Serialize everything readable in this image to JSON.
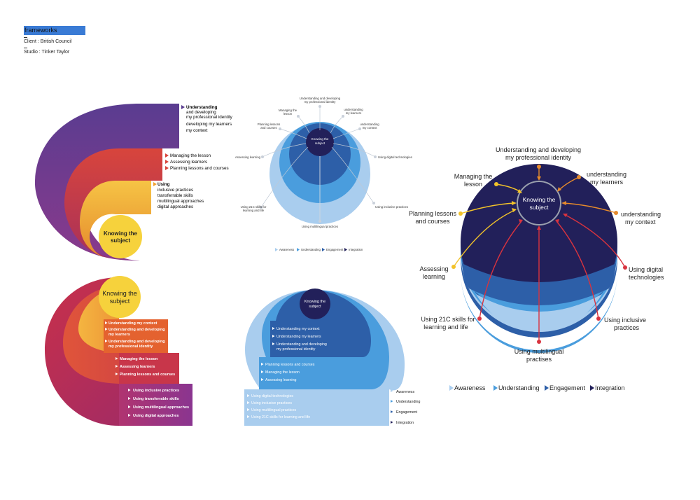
{
  "header": {
    "tag": "frameworks",
    "client": "Client : British Council",
    "studio": "Studio : Tinker Taylor"
  },
  "d1": {
    "center": [
      "Knowing the",
      "subject"
    ],
    "band1": [
      "Understanding",
      "and developing",
      "my professional identity",
      "developing my learners",
      "my context"
    ],
    "band2": [
      "Managing the lesson",
      "Assessing learners",
      "Planning lessons and courses"
    ],
    "band3": [
      "Using",
      "inclusive practices",
      "transferrable skills",
      "multilingual approaches",
      "digital approaches"
    ]
  },
  "d2": {
    "center": [
      "Knowing the",
      "subject"
    ],
    "labels": [
      [
        "Understanding and developing",
        "my professional identity"
      ],
      [
        "understanding",
        "my learners"
      ],
      [
        "understanding",
        "my context"
      ],
      [
        "Using digital technologies"
      ],
      [
        "Using inclusive practices"
      ],
      [
        "Using multilingual practices"
      ],
      [
        "Using 21C skills for",
        "learning and life"
      ],
      [
        "Assessing learning"
      ],
      [
        "Planning lessons",
        "and courses"
      ],
      [
        "Managing the",
        "lesson"
      ]
    ],
    "legend": [
      "Awareness",
      "Understanding",
      "Engagement",
      "Integration"
    ]
  },
  "d3": {
    "center": [
      "Knowing the",
      "subject"
    ],
    "labels": [
      [
        "Understanding and developing",
        "my professional identity"
      ],
      [
        "understanding",
        "my learners"
      ],
      [
        "understanding",
        "my context"
      ],
      [
        "Using digital",
        "technologies"
      ],
      [
        "Using inclusive",
        "practices"
      ],
      [
        "Using multilingual",
        "practises"
      ],
      [
        "Using 21C skills for",
        "learning and life"
      ],
      [
        "Assessing",
        "learning"
      ],
      [
        "Planning lessons",
        "and courses"
      ],
      [
        "Managing the",
        "lesson"
      ]
    ],
    "legend": [
      "Awareness",
      "Understanding",
      "Engagement",
      "Integration"
    ],
    "colors": {
      "dark": "#22205a",
      "mid": "#2d5fa8",
      "light": "#4a9ddd",
      "pale": "#a9cdee"
    }
  },
  "d4": {
    "center": [
      "Knowing the",
      "subject"
    ],
    "band1": [
      "Understanding my context",
      "Understanding and developing",
      "my learners",
      "Understanding and developing",
      "my professional identity"
    ],
    "band2": [
      "Managing the lesson",
      "Assessing learners",
      "Planning lessons and courses"
    ],
    "band3": [
      "Using inclusive practices",
      "Using transferrable skills",
      "Using multilingual approaches",
      "Using digital approaches"
    ]
  },
  "d5": {
    "center": [
      "Knowing the",
      "subject"
    ],
    "band1": [
      "Understanding my context",
      "Understanding my learners",
      "Understanding and developing",
      "my professional identity"
    ],
    "band2": [
      "Planning lessons and courses",
      "Managing the lesson",
      "Assessing learning"
    ],
    "band3": [
      "Using digital technologies",
      "Using inclusive practices",
      "Using multilingual practices",
      "Using 21C skills for learning and life"
    ],
    "legend": [
      "Awareness",
      "Understanding",
      "Engagement",
      "Integration"
    ]
  }
}
